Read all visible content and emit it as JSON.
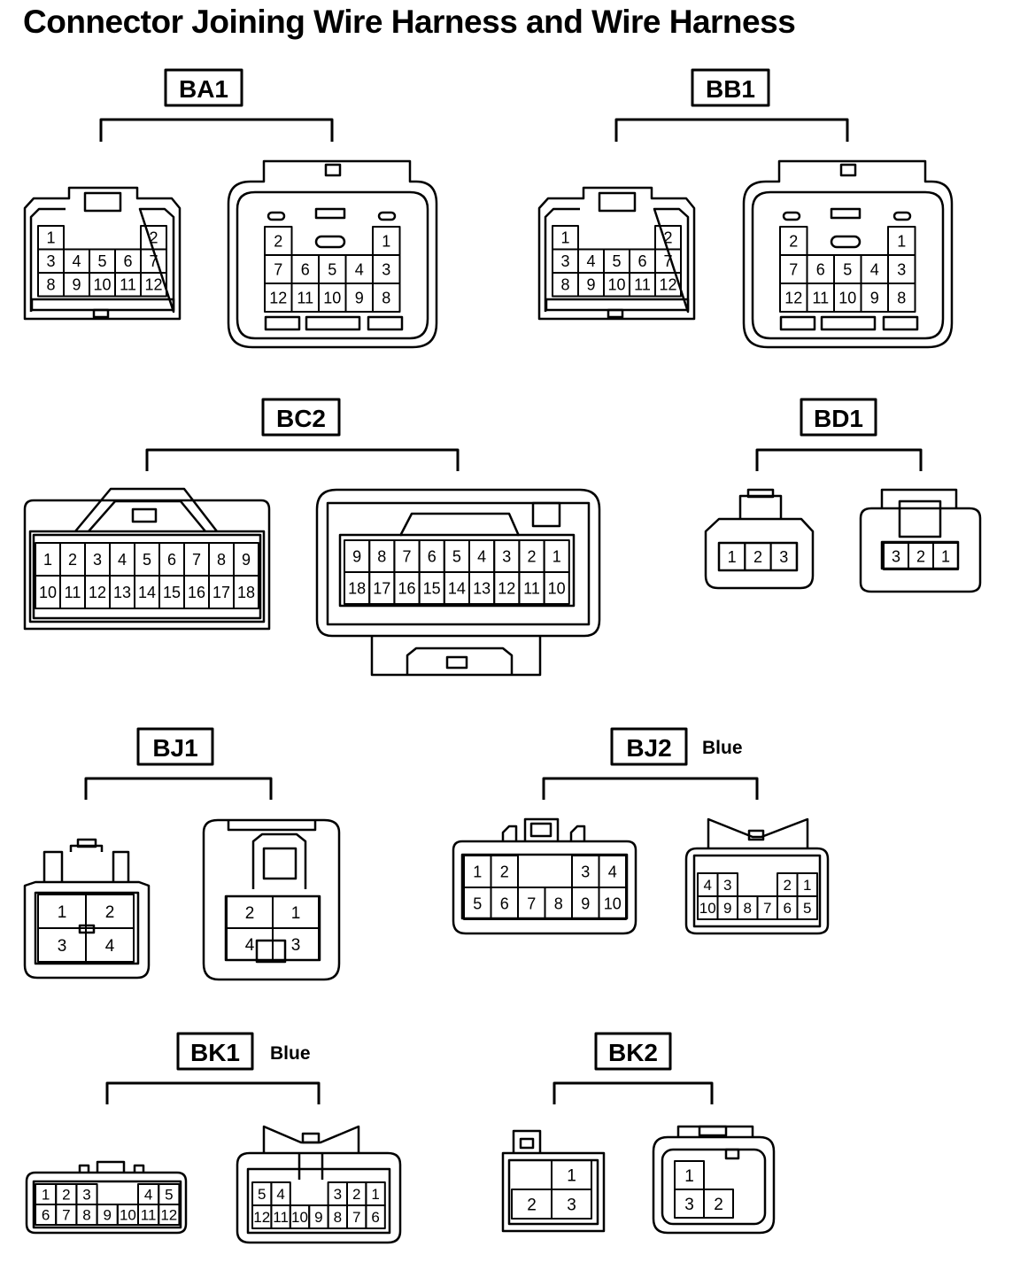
{
  "title": "Connector Joining Wire Harness and Wire Harness",
  "groups": [
    {
      "id": "BA1",
      "color_note": ""
    },
    {
      "id": "BB1",
      "color_note": ""
    },
    {
      "id": "BC2",
      "color_note": ""
    },
    {
      "id": "BD1",
      "color_note": ""
    },
    {
      "id": "BJ1",
      "color_note": ""
    },
    {
      "id": "BJ2",
      "color_note": "Blue"
    },
    {
      "id": "BK1",
      "color_note": "Blue"
    },
    {
      "id": "BK2",
      "color_note": ""
    }
  ],
  "connectors": {
    "ba1_left": [
      [
        "1",
        "",
        "",
        "",
        "2"
      ],
      [
        "3",
        "4",
        "5",
        "6",
        "7"
      ],
      [
        "8",
        "9",
        "10",
        "11",
        "12"
      ]
    ],
    "ba1_right": [
      [
        "2",
        "",
        "",
        "",
        "1"
      ],
      [
        "7",
        "6",
        "5",
        "4",
        "3"
      ],
      [
        "12",
        "11",
        "10",
        "9",
        "8"
      ]
    ],
    "bb1_left": [
      [
        "1",
        "",
        "",
        "",
        "2"
      ],
      [
        "3",
        "4",
        "5",
        "6",
        "7"
      ],
      [
        "8",
        "9",
        "10",
        "11",
        "12"
      ]
    ],
    "bb1_right": [
      [
        "2",
        "",
        "",
        "",
        "1"
      ],
      [
        "7",
        "6",
        "5",
        "4",
        "3"
      ],
      [
        "12",
        "11",
        "10",
        "9",
        "8"
      ]
    ],
    "bc2_left": [
      [
        "1",
        "2",
        "3",
        "4",
        "5",
        "6",
        "7",
        "8",
        "9"
      ],
      [
        "10",
        "11",
        "12",
        "13",
        "14",
        "15",
        "16",
        "17",
        "18"
      ]
    ],
    "bc2_right": [
      [
        "9",
        "8",
        "7",
        "6",
        "5",
        "4",
        "3",
        "2",
        "1"
      ],
      [
        "18",
        "17",
        "16",
        "15",
        "14",
        "13",
        "12",
        "11",
        "10"
      ]
    ],
    "bd1_left": [
      [
        "1",
        "2",
        "3"
      ]
    ],
    "bd1_right": [
      [
        "3",
        "2",
        "1"
      ]
    ],
    "bj1_left": [
      [
        "1",
        "2"
      ],
      [
        "3",
        "4"
      ]
    ],
    "bj1_right": [
      [
        "2",
        "1"
      ],
      [
        "4",
        "3"
      ]
    ],
    "bj2_left": [
      [
        "1",
        "2",
        "",
        "",
        "3",
        "4"
      ],
      [
        "5",
        "6",
        "7",
        "8",
        "9",
        "10"
      ]
    ],
    "bj2_right": [
      [
        "4",
        "3",
        "",
        "",
        "2",
        "1"
      ],
      [
        "10",
        "9",
        "8",
        "7",
        "6",
        "5"
      ]
    ],
    "bk1_left": [
      [
        "1",
        "2",
        "3",
        "",
        "",
        "4",
        "5"
      ],
      [
        "6",
        "7",
        "8",
        "9",
        "10",
        "11",
        "12"
      ]
    ],
    "bk1_right": [
      [
        "5",
        "4",
        "",
        "",
        "3",
        "2",
        "1"
      ],
      [
        "12",
        "11",
        "10",
        "9",
        "8",
        "7",
        "6"
      ]
    ],
    "bk2_left": [
      [
        "",
        "1"
      ],
      [
        "2",
        "3"
      ]
    ],
    "bk2_right": [
      [
        "1",
        ""
      ],
      [
        "3",
        "2"
      ]
    ]
  }
}
